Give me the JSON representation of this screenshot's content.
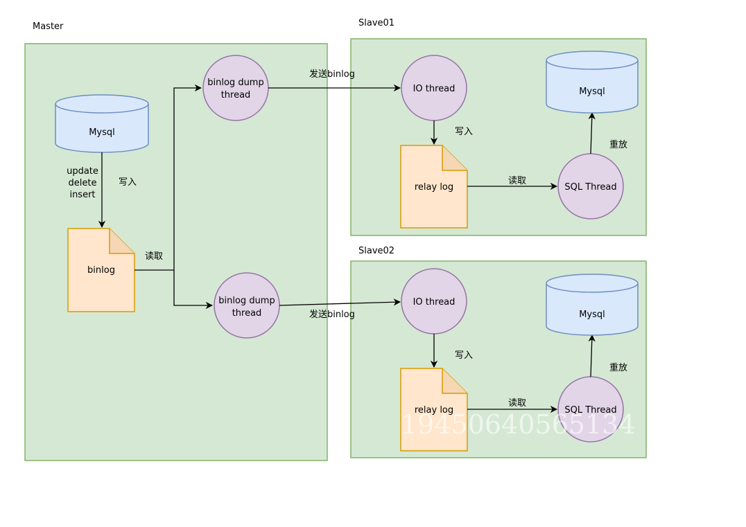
{
  "colors": {
    "panel_fill": "#d5e8d4",
    "panel_stroke": "#82b366",
    "db_fill": "#dae8fc",
    "db_stroke": "#6c8ebf",
    "thread_fill": "#e1d5e7",
    "thread_stroke": "#9673a6",
    "log_fill": "#ffe6cc",
    "log_stroke": "#d79b00",
    "edge": "#000000"
  },
  "icons": {
    "database": "cylinder",
    "thread": "circle",
    "log_file": "folded-page"
  },
  "master": {
    "title": "Master",
    "db_label": "Mysql",
    "ops": [
      "update",
      "delete",
      "insert"
    ],
    "write_label": "写入",
    "binlog_label": "binlog",
    "read_label": "读取",
    "dump_thread_1": [
      "binlog dump",
      "thread"
    ],
    "dump_thread_2": [
      "binlog dump",
      "thread"
    ]
  },
  "slave01": {
    "title": "Slave01",
    "send_label": "发送binlog",
    "io_thread": "IO thread",
    "write_label": "写入",
    "relay_log": "relay log",
    "read_label": "读取",
    "sql_thread": "SQL Thread",
    "replay_label": "重放",
    "db_label": "Mysql"
  },
  "slave02": {
    "title": "Slave02",
    "send_label": "发送binlog",
    "io_thread": "IO thread",
    "write_label": "写入",
    "relay_log": "relay log",
    "read_label": "读取",
    "sql_thread": "SQL Thread",
    "replay_label": "重放",
    "db_label": "Mysql"
  },
  "watermark": "19450640565134"
}
